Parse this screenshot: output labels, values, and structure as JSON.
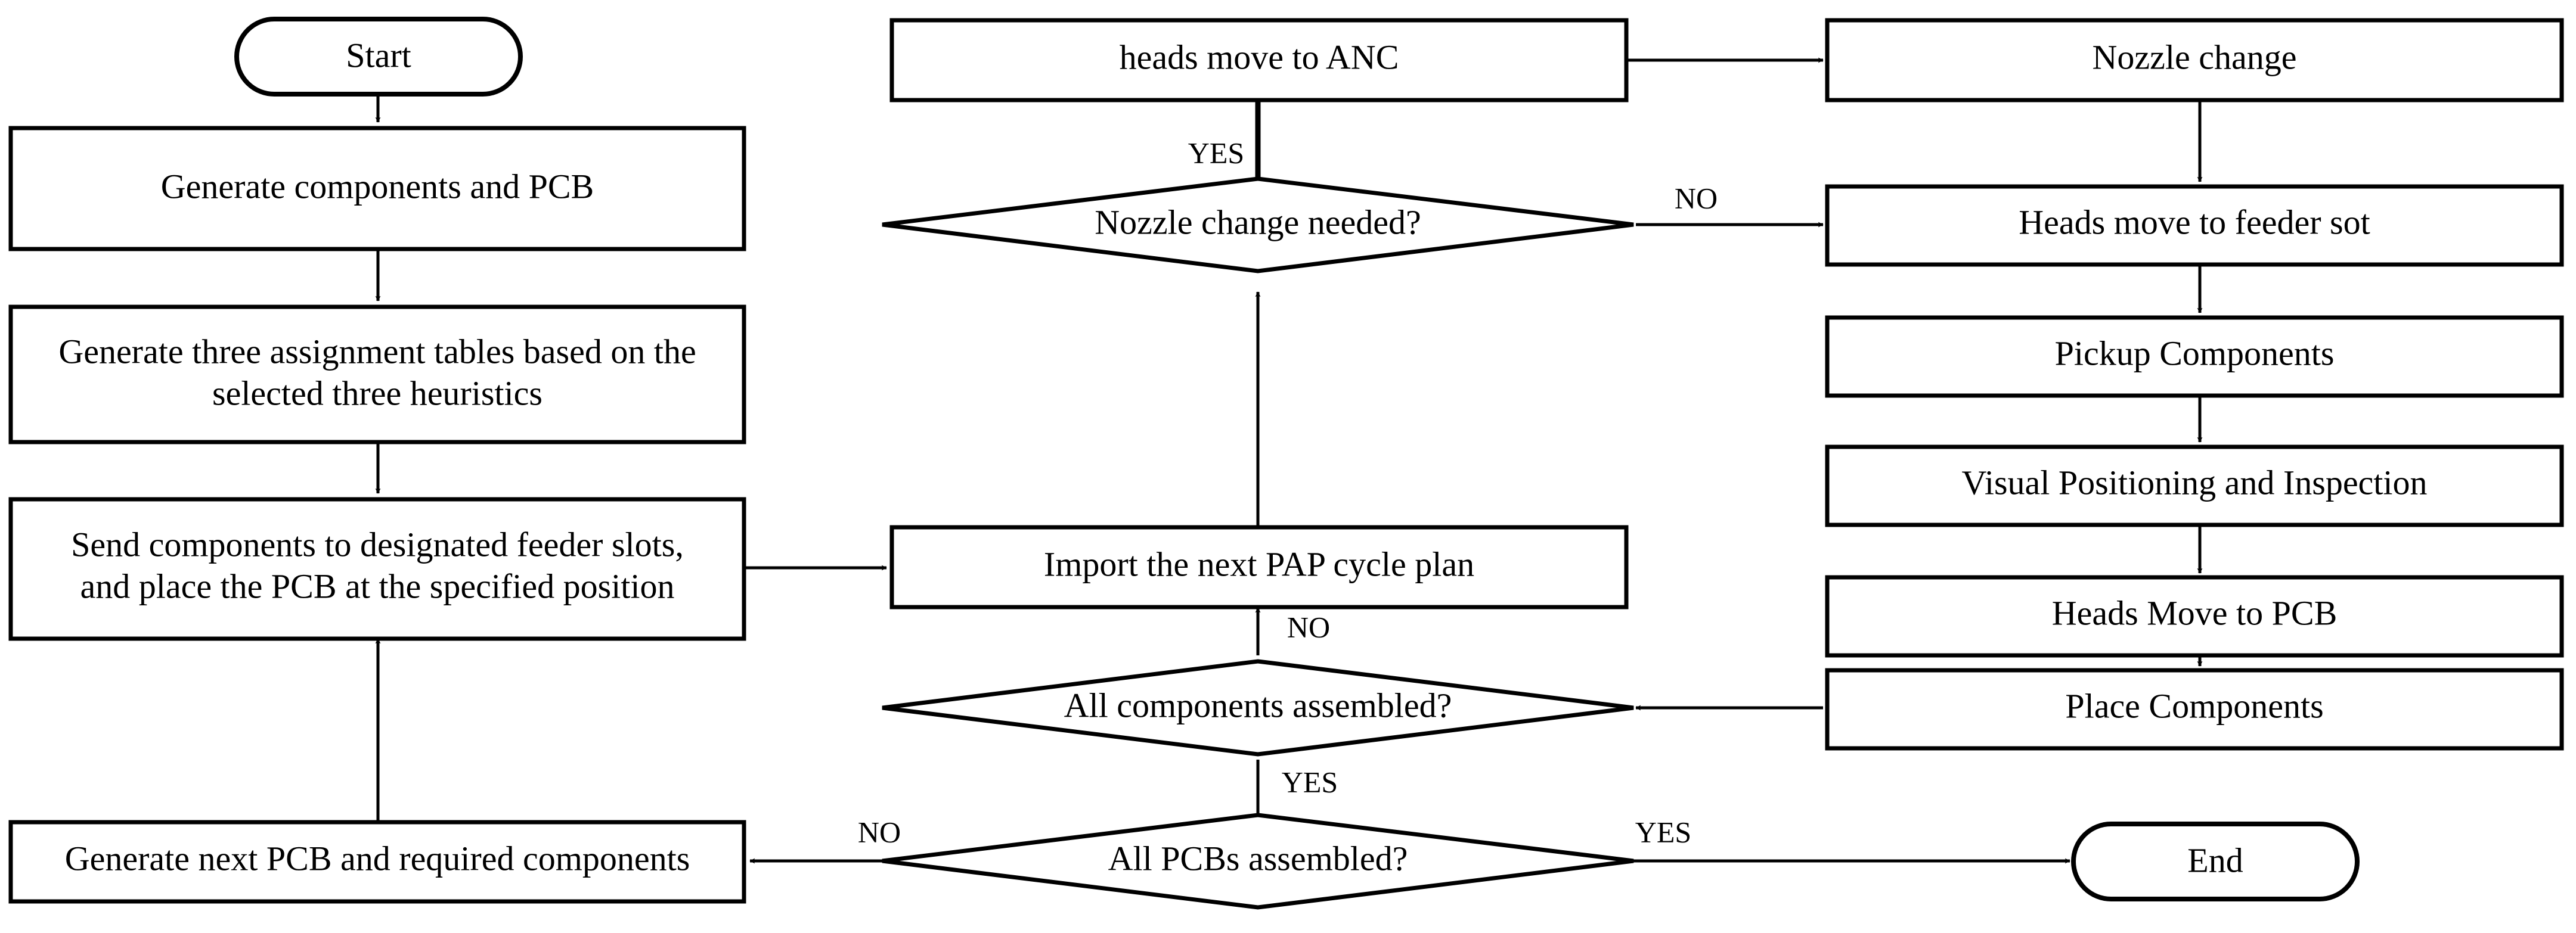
{
  "diagram": {
    "title": "PCB assembly pick-and-place simulation flowchart",
    "background_color": "#ffffff",
    "line_color": "#000000",
    "text_color": "#000000"
  },
  "nodes": {
    "start": {
      "label": "Start",
      "shape": "terminator"
    },
    "generate_components": {
      "label": "Generate components and PCB",
      "shape": "process"
    },
    "generate_tables_line1": {
      "label": "Generate three assignment tables based on the",
      "shape": "process"
    },
    "generate_tables_line2": {
      "label": "selected three heuristics",
      "shape": "process"
    },
    "send_components_line1": {
      "label": "Send components to designated feeder slots,",
      "shape": "process"
    },
    "send_components_line2": {
      "label": "and place the PCB at the specified position",
      "shape": "process"
    },
    "generate_next_pcb": {
      "label": "Generate next PCB and required components",
      "shape": "process"
    },
    "heads_move_anc": {
      "label": "heads move to ANC",
      "shape": "process"
    },
    "nozzle_change_needed": {
      "label": "Nozzle change needed?",
      "shape": "decision"
    },
    "import_pap_plan": {
      "label": "Import the next PAP cycle plan",
      "shape": "process"
    },
    "all_components_assembled": {
      "label": "All components assembled?",
      "shape": "decision"
    },
    "all_pcbs_assembled": {
      "label": "All PCBs assembled?",
      "shape": "decision"
    },
    "nozzle_change": {
      "label": "Nozzle change",
      "shape": "process"
    },
    "heads_move_feeder": {
      "label": "Heads move to feeder sot",
      "shape": "process"
    },
    "pickup_components": {
      "label": "Pickup Components",
      "shape": "process"
    },
    "visual_positioning": {
      "label": "Visual Positioning and Inspection",
      "shape": "process"
    },
    "heads_move_pcb": {
      "label": "Heads Move to PCB",
      "shape": "process"
    },
    "place_components": {
      "label": "Place Components",
      "shape": "process"
    },
    "end": {
      "label": "End",
      "shape": "terminator"
    }
  },
  "edge_labels": {
    "nozzle_yes": "YES",
    "nozzle_no": "NO",
    "components_no": "NO",
    "components_yes": "YES",
    "pcbs_no": "NO",
    "pcbs_yes": "YES"
  }
}
